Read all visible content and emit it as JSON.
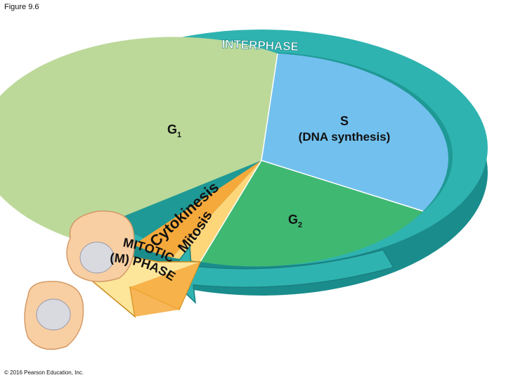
{
  "figure_label": "Figure 9.6",
  "copyright": "© 2016 Pearson Education, Inc.",
  "diagram": {
    "ring_label": "INTERPHASE",
    "phases": {
      "g1": {
        "main": "G",
        "sub": "1"
      },
      "s": {
        "line1": "S",
        "line2": "(DNA synthesis)"
      },
      "g2": {
        "main": "G",
        "sub": "2"
      },
      "cytokinesis": "Cytokinesis",
      "mitosis": "Mitosis",
      "mitotic_line1": "MITOTIC",
      "mitotic_line2": "(M) PHASE"
    }
  },
  "colors": {
    "g1": "#bcd99a",
    "s": "#72c0ee",
    "g2": "#3fb872",
    "mitotic": "#f6a93b",
    "ring": "#2fb3b0",
    "ring_dark": "#1a8c8c",
    "arrow": "#fde59a",
    "cell": "#f8cfa3",
    "nucleus": "#d9d9e0"
  }
}
